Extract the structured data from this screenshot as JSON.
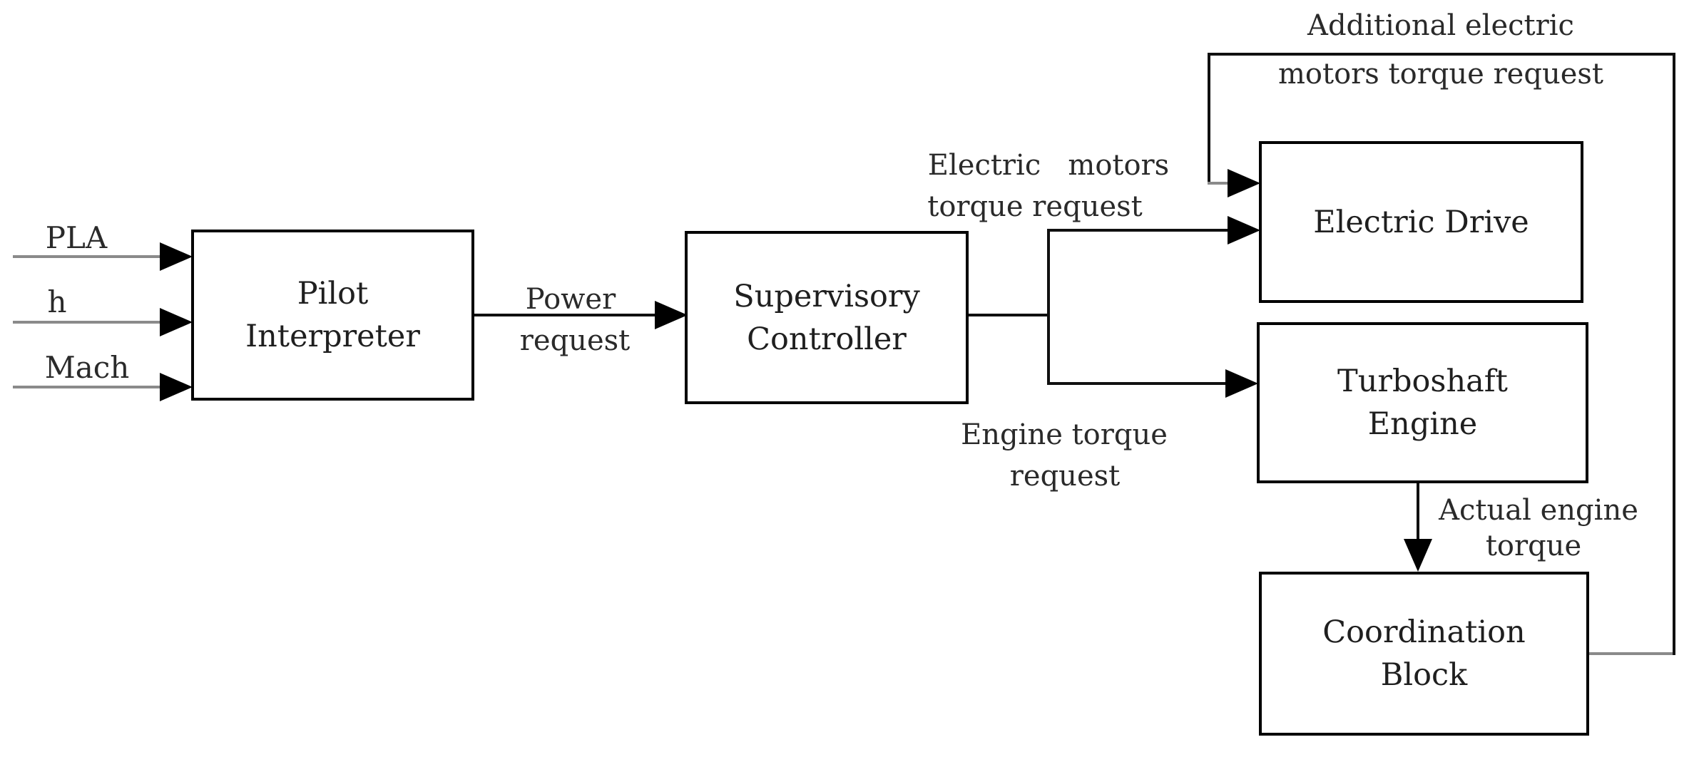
{
  "colors": {
    "background": "#ffffff",
    "line": "#101010",
    "gray_line": "#8a8a8a",
    "box_border": "#000000",
    "text": "#1f1f1f"
  },
  "boxes": {
    "pilot_interpreter": {
      "line1": "Pilot",
      "line2": "Interpreter"
    },
    "supervisory_controller": {
      "line1": "Supervisory",
      "line2": "Controller"
    },
    "electric_drive": {
      "line1": "Electric Drive",
      "line2": ""
    },
    "turboshaft_engine": {
      "line1": "Turboshaft",
      "line2": "Engine"
    },
    "coordination_block": {
      "line1": "Coordination",
      "line2": "Block"
    }
  },
  "inputs": {
    "pla": "PLA",
    "h": "h",
    "mach": "Mach"
  },
  "edge_labels": {
    "power_request": {
      "line1": "Power",
      "line2": "request"
    },
    "electric_motors_torque_request": {
      "line1": "Electric   motors",
      "line2": "torque request"
    },
    "engine_torque_request": {
      "line1": "Engine torque",
      "line2": "request"
    },
    "additional_electric_motors_torque_request": {
      "line1": "Additional electric",
      "line2": "motors torque request"
    },
    "actual_engine_torque": {
      "line1": "Actual engine",
      "line2": "torque"
    }
  }
}
